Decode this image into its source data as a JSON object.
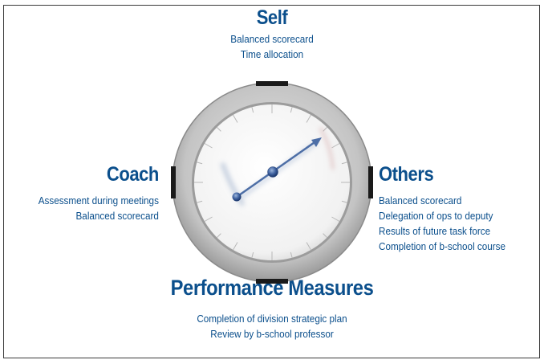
{
  "self": {
    "title": "Self",
    "items": [
      "Balanced scorecard",
      "Time allocation"
    ]
  },
  "coach": {
    "title": "Coach",
    "items": [
      "Assessment during meetings",
      "Balanced scorecard"
    ]
  },
  "others": {
    "title": "Others",
    "items": [
      "Balanced scorecard",
      "Delegation of ops to deputy",
      "Results of future task force",
      "Completion of b-school course"
    ]
  },
  "performance_measures": {
    "title": "Performance Measures",
    "items": [
      "Completion of division strategic plan",
      "Review by b-school professor"
    ]
  },
  "colors": {
    "text": "#0b4f8c",
    "needle": "#2a4f8e",
    "ring": "#bdbdbd"
  }
}
